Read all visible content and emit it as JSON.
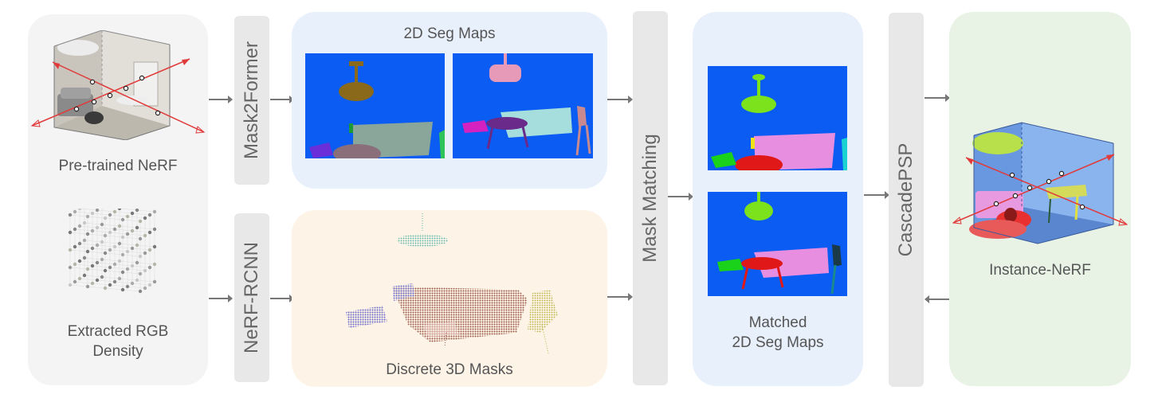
{
  "pretrained": {
    "label": "Pre-trained NeRF"
  },
  "extracted": {
    "label_line1": "Extracted RGB",
    "label_line2": "Density"
  },
  "mask2former": {
    "label": "Mask2Former"
  },
  "nerf_rcnn": {
    "label": "NeRF-RCNN"
  },
  "seg_maps": {
    "title": "2D Seg Maps"
  },
  "masks3d": {
    "title": "Discrete 3D Masks"
  },
  "mask_matching": {
    "label": "Mask Matching"
  },
  "matched": {
    "label_line1": "Matched",
    "label_line2": "2D Seg Maps"
  },
  "cascadepsp": {
    "label": "CascadePSP"
  },
  "instance_nerf": {
    "label": "Instance-NeRF"
  },
  "colors": {
    "panel_gray": "#f4f4f4",
    "panel_blue": "#e8f0fc",
    "panel_peach": "#fdf3e7",
    "panel_green": "#e8f3e6",
    "bar": "#e8e8e8",
    "seg_background": "#0a5cf2",
    "ray": "#e03a3a"
  }
}
